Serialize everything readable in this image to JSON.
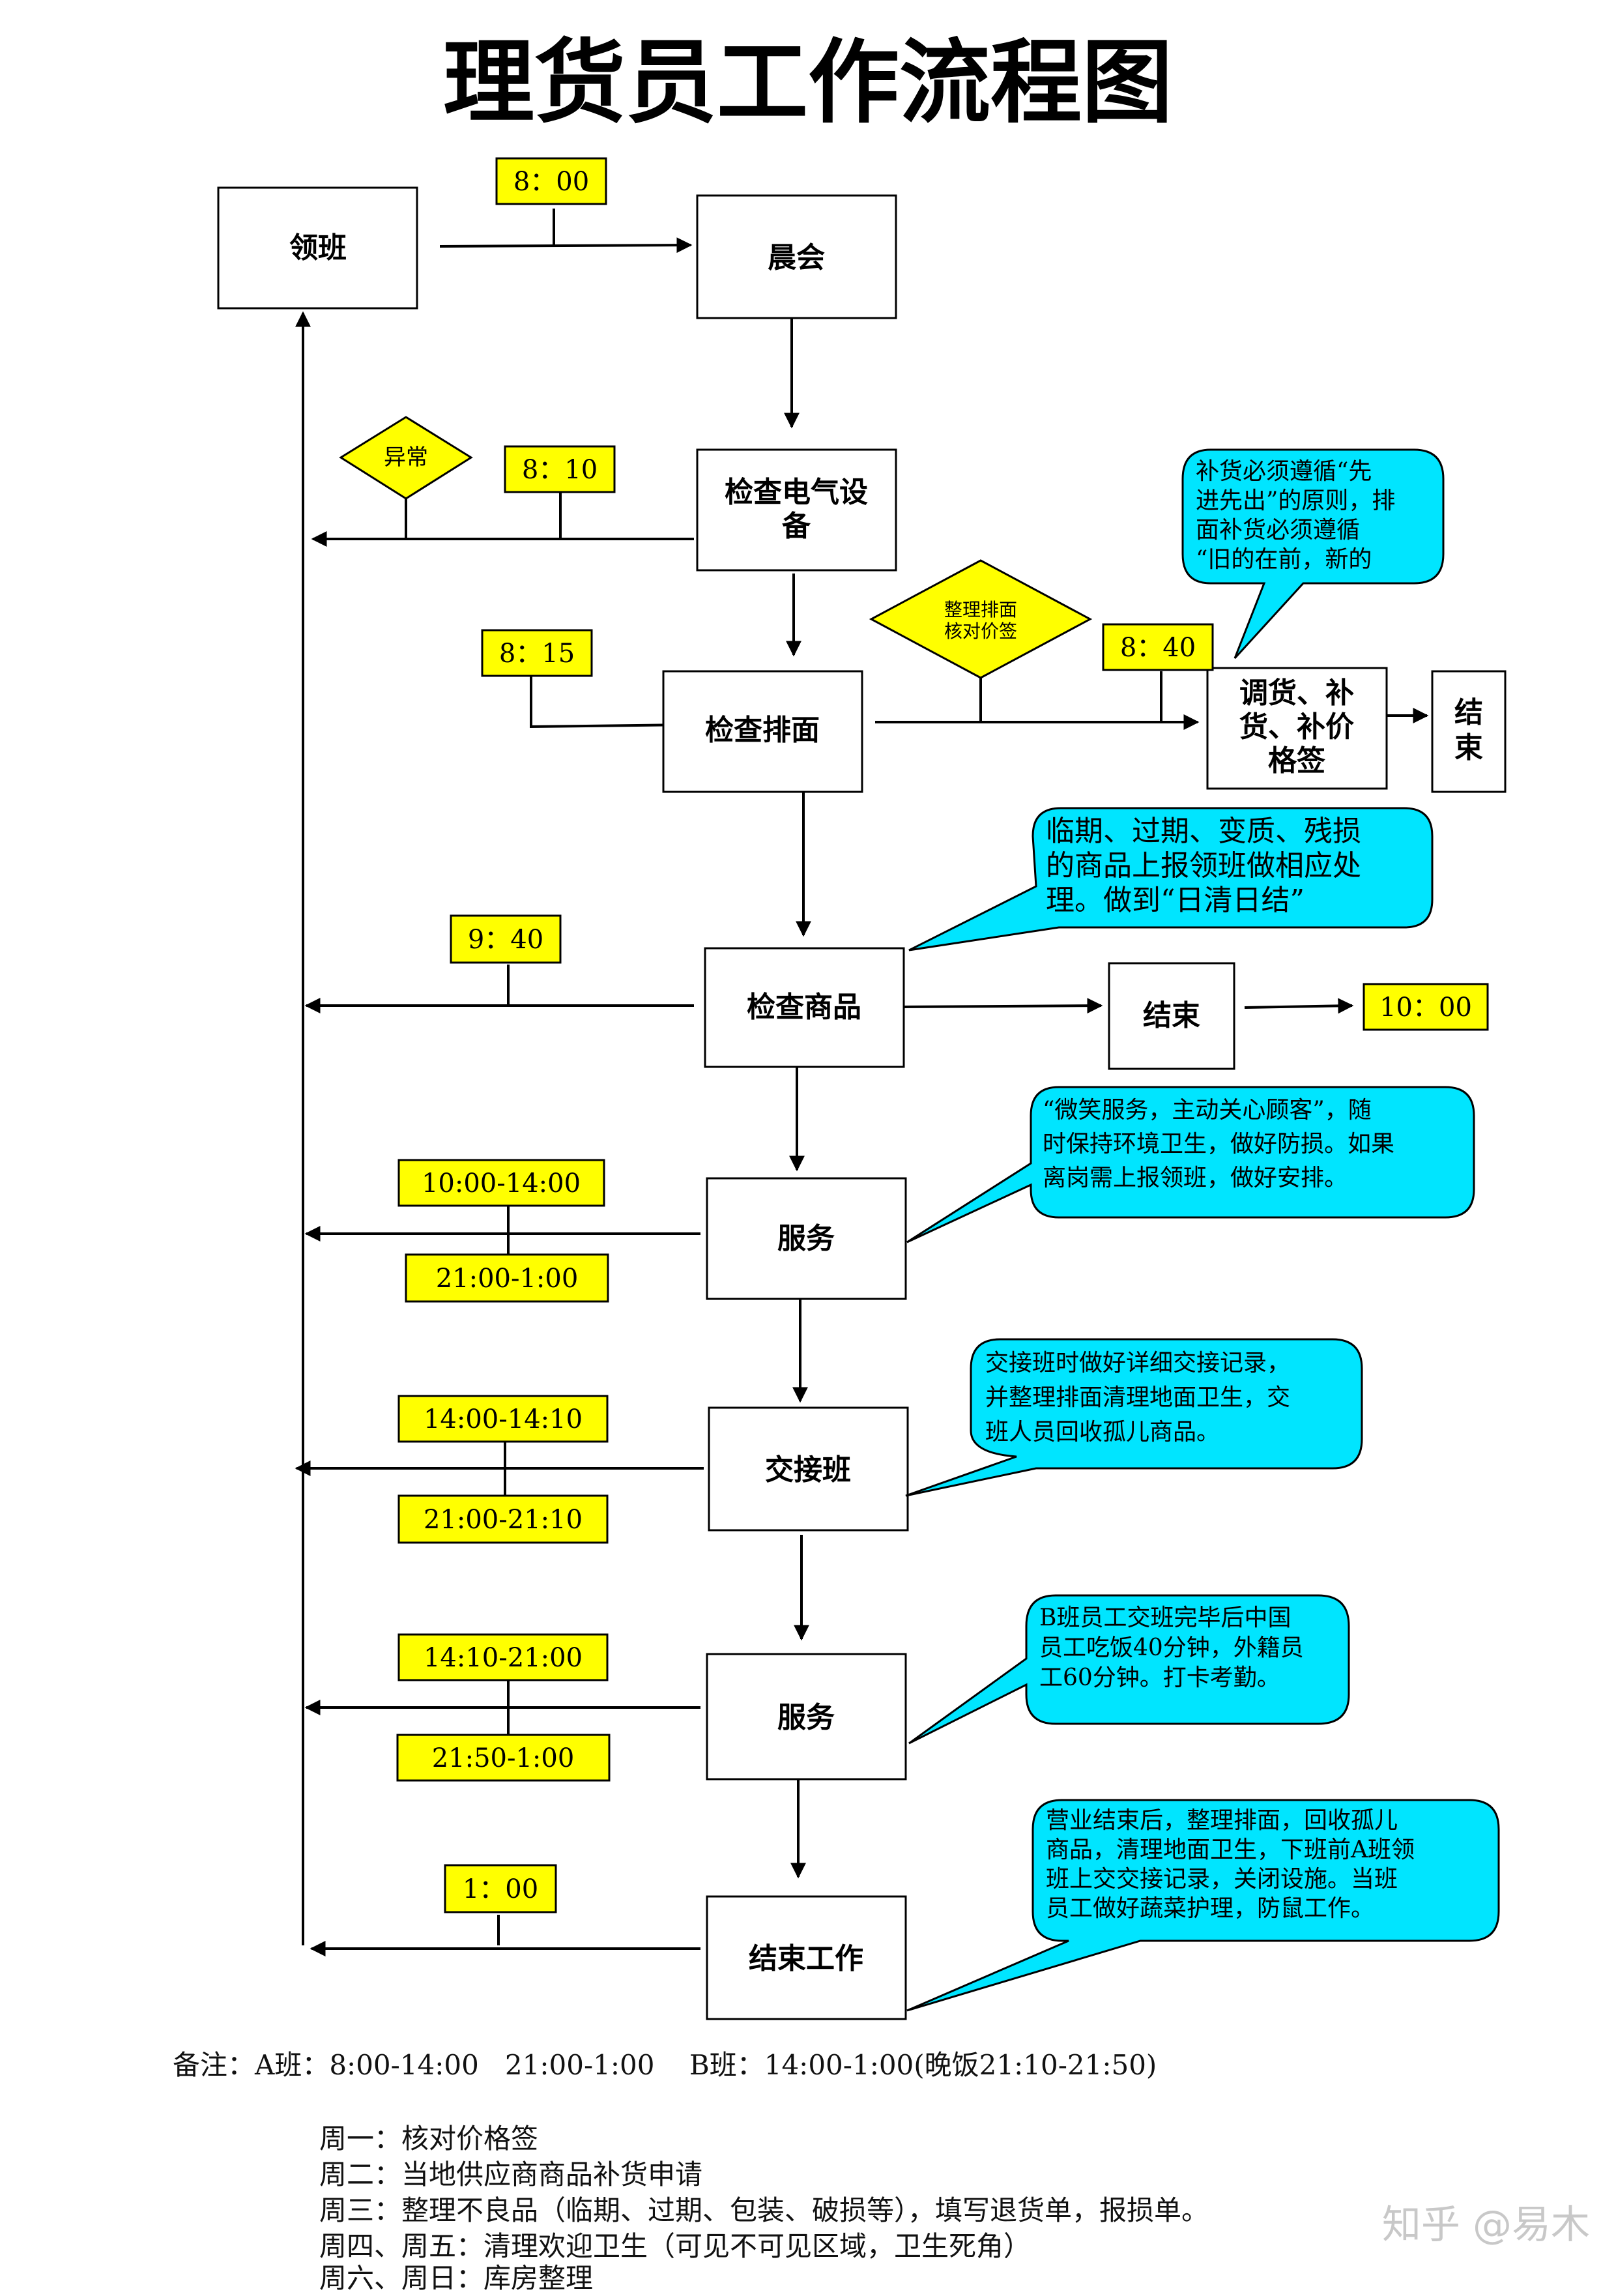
{
  "title": "理货员工作流程图",
  "nodes": {
    "lingban": "领班",
    "chenhui": "晨会",
    "jiancha_dianqi": [
      "检查电气设",
      "备"
    ],
    "jiancha_paimian": "检查排面",
    "tiaohuo": [
      "调货、补",
      "货、补价",
      "格签"
    ],
    "end1": [
      "结",
      "束"
    ],
    "jiancha_shangpin": "检查商品",
    "end2": "结束",
    "fuwu1": "服务",
    "jiaojieban": "交接班",
    "fuwu2": "服务",
    "jieshu_gongzuo": "结束工作"
  },
  "times": {
    "t800": "8：00",
    "t810": "8：10",
    "t815": "8：15",
    "t840": "8：40",
    "t940": "9：40",
    "t1000": "10：00",
    "s1a": "10:00-14:00",
    "s1b": "21:00-1:00",
    "s2a": "14:00-14:10",
    "s2b": "21:00-21:10",
    "s3a": "14:10-21:00",
    "s3b": "21:50-1:00",
    "t100": "1：00"
  },
  "decisions": {
    "yichang": "异常",
    "zhengli": [
      "整理排面",
      "核对价签"
    ]
  },
  "callouts": {
    "c1": [
      "补货必须遵循“先",
      "进先出”的原则，排",
      "面补货必须遵循",
      "“旧的在前，新的"
    ],
    "c2": [
      "临期、过期、变质、残损",
      "的商品上报领班做相应处",
      "理。做到“日清日结”"
    ],
    "c3": [
      "“微笑服务，主动关心顾客”，随",
      "时保持环境卫生，做好防损。如果",
      "离岗需上报领班，做好安排。"
    ],
    "c4": [
      "交接班时做好详细交接记录，",
      "并整理排面清理地面卫生，交",
      "班人员回收孤儿商品。"
    ],
    "c5": [
      "B班员工交班完毕后中国",
      "员工吃饭40分钟，外籍员",
      "工60分钟。打卡考勤。"
    ],
    "c6": [
      "营业结束后，整理排面，回收孤儿",
      "商品，清理地面卫生，下班前A班领",
      "班上交交接记录，关闭设施。当班",
      "员工做好蔬菜护理，防鼠工作。"
    ]
  },
  "footer": {
    "remark": "备注：A班：8:00-14:00   21:00-1:00    B班：14:00-1:00(晚饭21:10-21:50)",
    "mon": "周一：核对价格签",
    "tue": "周二：当地供应商商品补货申请",
    "wed": "周三：整理不良品（临期、过期、包装、破损等），填写退货单，报损单。",
    "thu_fri": "周四、周五：清理欢迎卫生（可见不可见区域，卫生死角）",
    "sat_sun": "周六、周日：库房整理"
  },
  "watermark": "知乎 @易木",
  "colors": {
    "time_fill": "#ffff00",
    "callout_fill": "#00e5ff",
    "decision_fill": "#ffff00"
  }
}
